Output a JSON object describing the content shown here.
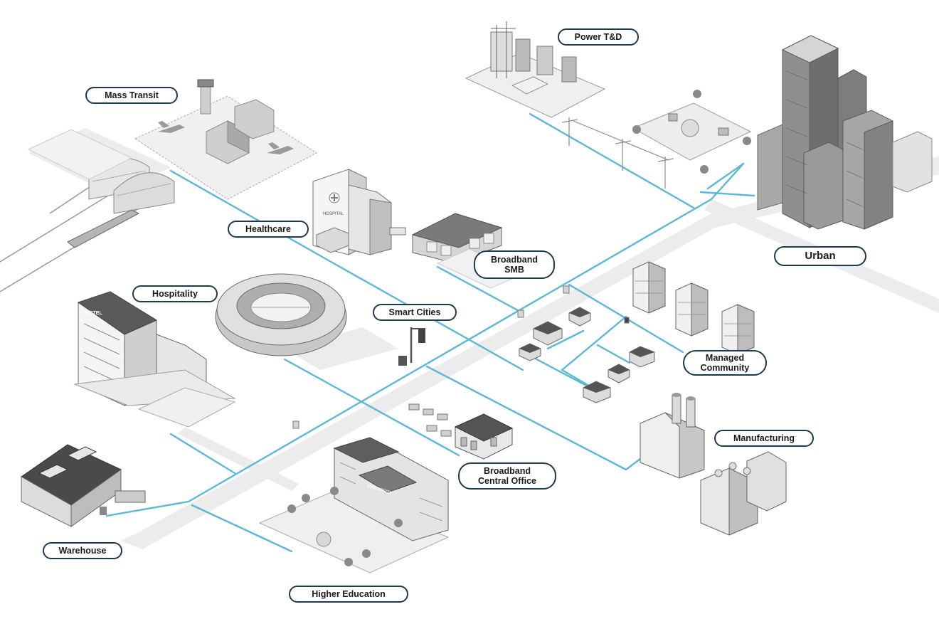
{
  "labels": {
    "power_td": "Power T&D",
    "mass_transit": "Mass Transit",
    "healthcare": "Healthcare",
    "broadband_smb_l1": "Broadband",
    "broadband_smb_l2": "SMB",
    "urban": "Urban",
    "hospitality": "Hospitality",
    "smart_cities": "Smart Cities",
    "managed_community_l1": "Managed",
    "managed_community_l2": "Community",
    "manufacturing": "Manufacturing",
    "broadband_co_l1": "Broadband",
    "broadband_co_l2": "Central Office",
    "warehouse": "Warehouse",
    "higher_education": "Higher Education"
  },
  "signage": {
    "hospital": "HOSPITAL",
    "hotel": "HOTEL",
    "university": "UNIVERSITY"
  },
  "colors": {
    "fiber": "#5bb8d6",
    "label_border": "#1f3a4d",
    "road": "#ececec",
    "building_light": "#f1f1f1",
    "building_mid": "#cfcfcf",
    "building_dark": "#a9a9a9"
  }
}
